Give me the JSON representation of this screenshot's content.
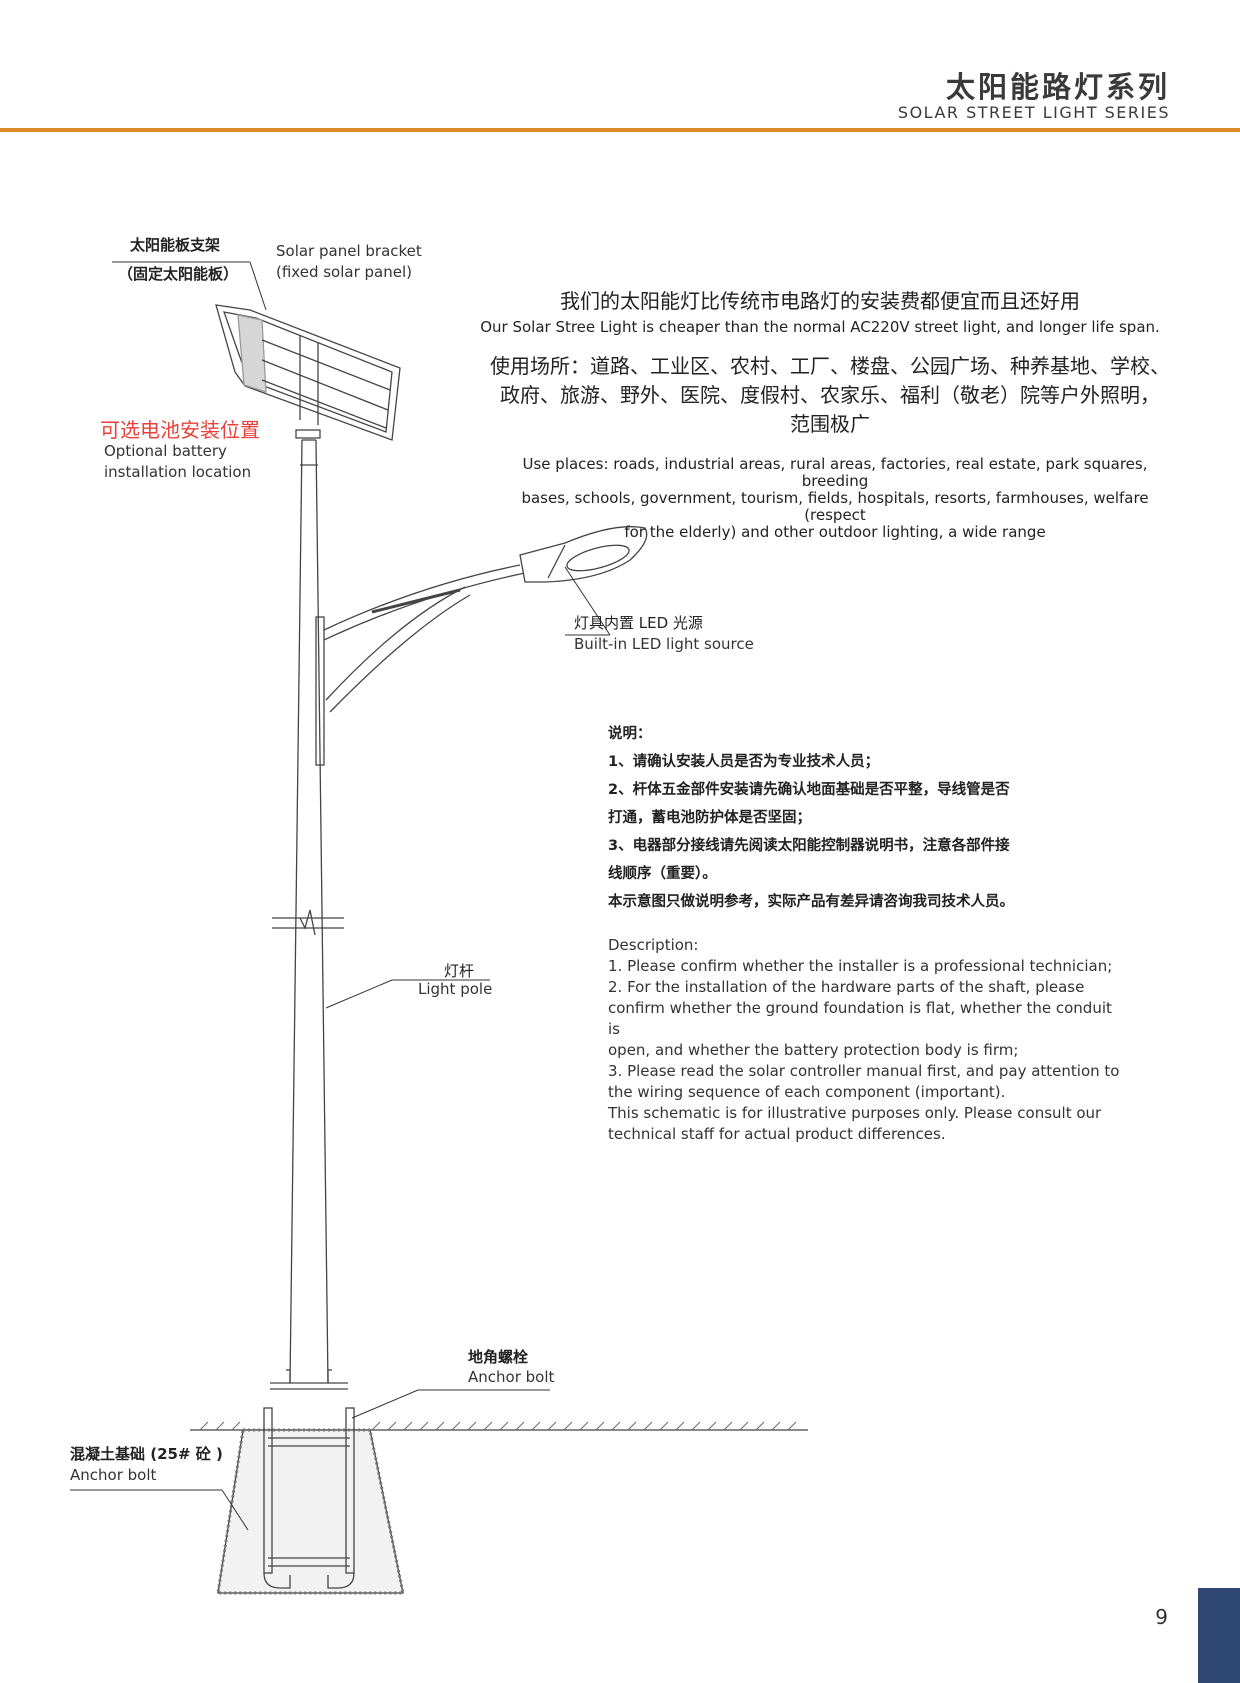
{
  "header": {
    "title_cn": "太阳能路灯系列",
    "title_en": "SOLAR STREET LIGHT SERIES",
    "accent_color": "#d98a2b"
  },
  "labels": {
    "bracket_cn_1": "太阳能板支架",
    "bracket_cn_2": "（固定太阳能板）",
    "bracket_en_1": "Solar panel bracket",
    "bracket_en_2": "(fixed solar panel)",
    "battery_cn": "可选电池安装位置",
    "battery_en_1": "Optional battery",
    "battery_en_2": "installation location",
    "led_cn": "灯具内置 LED 光源",
    "led_en": "Built-in LED light source",
    "pole_cn": "灯杆",
    "pole_en": "Light pole",
    "anchor_cn": "地角螺栓",
    "anchor_en": "Anchor bolt",
    "concrete_cn": "混凝土基础 (25# 砼 )",
    "concrete_en": "Anchor bolt"
  },
  "intro": {
    "slogan_cn": "我们的太阳能灯比传统市电路灯的安装费都便宜而且还好用",
    "slogan_en": "Our Solar Stree Light is cheaper than the normal AC220V street light, and longer life span.",
    "places_cn_1": "使用场所：道路、工业区、农村、工厂、楼盘、公园广场、种养基地、学校、",
    "places_cn_2": "政府、旅游、野外、医院、度假村、农家乐、福利（敬老）院等户外照明，",
    "places_cn_3": "范围极广",
    "places_en_1": "Use places: roads, industrial areas, rural areas, factories, real estate, park squares, breeding",
    "places_en_2": "bases, schools, government, tourism, fields, hospitals, resorts, farmhouses, welfare (respect",
    "places_en_3": "for the elderly) and other outdoor lighting, a wide range"
  },
  "notes_cn": [
    "说明：",
    "1、请确认安装人员是否为专业技术人员；",
    "2、杆体五金部件安装请先确认地面基础是否平整，导线管是否",
    "打通，蓄电池防护体是否坚固；",
    "3、电器部分接线请先阅读太阳能控制器说明书，注意各部件接",
    "线顺序（重要）。",
    "本示意图只做说明参考，实际产品有差异请咨询我司技术人员。"
  ],
  "description_en": [
    "Description:",
    "1. Please confirm whether the installer is a professional technician;",
    "2. For the installation of the hardware parts of the shaft, please",
    "confirm whether the ground foundation is flat, whether the conduit is",
    "open, and whether the battery protection body is firm;",
    "3. Please read the solar controller manual first, and pay attention to",
    "the wiring sequence of each component (important).",
    "This schematic is for illustrative purposes only. Please consult our",
    "technical staff for actual product differences."
  ],
  "footer": {
    "page_number": "9",
    "tab_color": "#2e4775"
  }
}
